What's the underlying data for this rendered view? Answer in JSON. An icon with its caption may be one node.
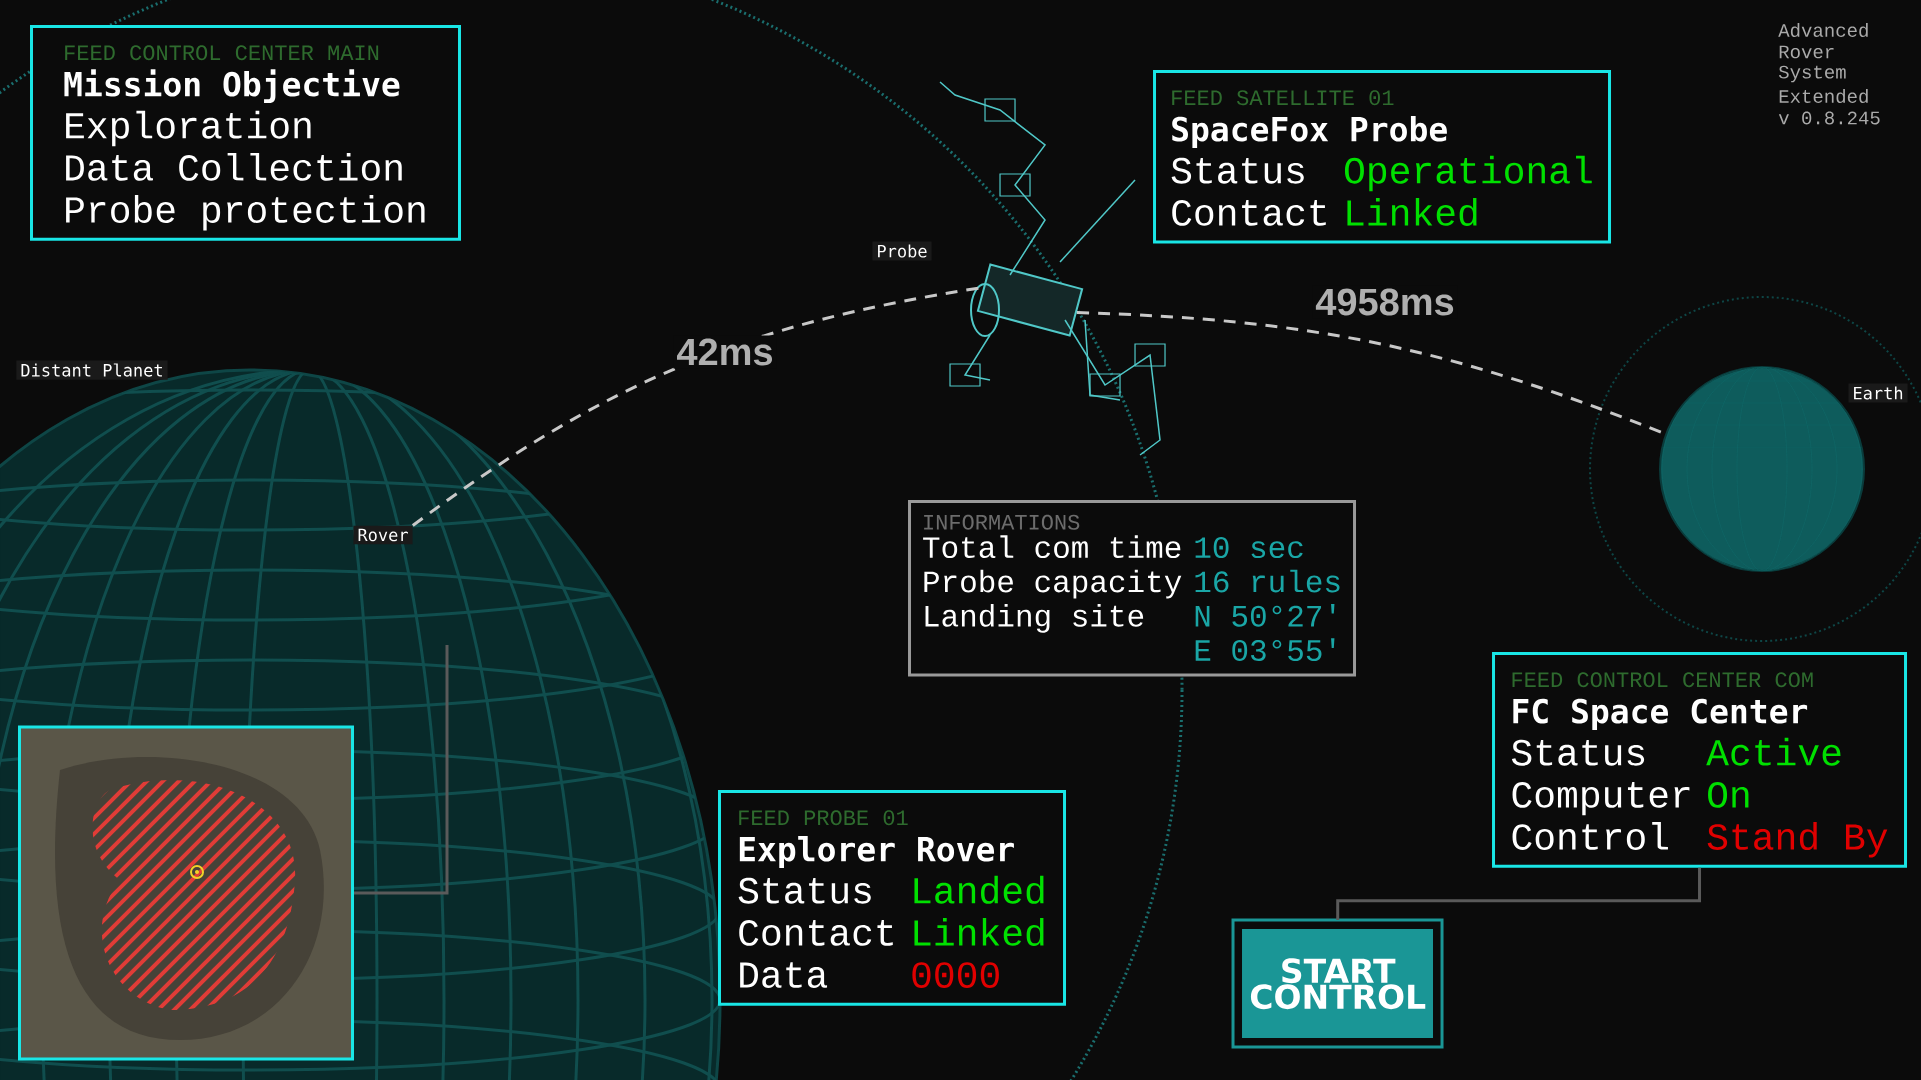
{
  "diagram": {
    "nodes": [
      {
        "text": [
          "FEED CONTROL CENTER MAIN",
          "Mission Objective",
          "Exploration",
          "Data Collection",
          "Probe protection"
        ]
      },
      {
        "text": [
          "FEED SATELLITE 01",
          "SpaceFox Probe",
          "Status",
          "Operational",
          "Contact",
          "Linked"
        ]
      },
      {
        "text": [
          "INFORMATIONS",
          "Total com time",
          "10 sec",
          "Probe capacity",
          "16 rules",
          "Landing site",
          "N 50°27'",
          "E 03°55'"
        ]
      },
      {
        "text": [
          "FEED CONTROL CENTER COM",
          "FC Space Center",
          "Status",
          "Active",
          "Computer",
          "On",
          "Control",
          "Stand By"
        ]
      },
      {
        "text": [
          "FEED PROBE 01",
          "Explorer Rover",
          "Status",
          "Landed",
          "Contact",
          "Linked",
          "Data",
          "0000"
        ]
      },
      {
        "text": [
          "START CONTROL"
        ]
      },
      {
        "text": [],
        "shape": "picture",
        "in": 7
      },
      {
        "text": [],
        "shape": "circle",
        "beside": [
          "Distant Planet"
        ]
      },
      {
        "text": [],
        "shape": "picture",
        "beside": [
          "Probe"
        ]
      },
      {
        "text": [],
        "shape": "circle",
        "beside": [
          "Earth"
        ]
      },
      {
        "text": [
          "Rover"
        ],
        "in": 7
      }
    ],
    "edges": [
      {
        "from": 10,
        "to": 8,
        "arrow": "none",
        "label": "42ms",
        "style": "dashed",
        "color": "#c8c8c8"
      },
      {
        "from": 8,
        "to": 9,
        "arrow": "none",
        "label": "4958ms",
        "style": "dashed",
        "color": "#c8c8c8"
      },
      {
        "from": 6,
        "to": null,
        "arrow": "none",
        "color": "#5a5a5a"
      },
      {
        "from": 3,
        "to": 5,
        "arrow": "none",
        "color": "#5a5a5a"
      }
    ],
    "labels": [
      "Advanced",
      "Rover",
      "System",
      "Extended",
      "v 0.8.245"
    ]
  }
}
